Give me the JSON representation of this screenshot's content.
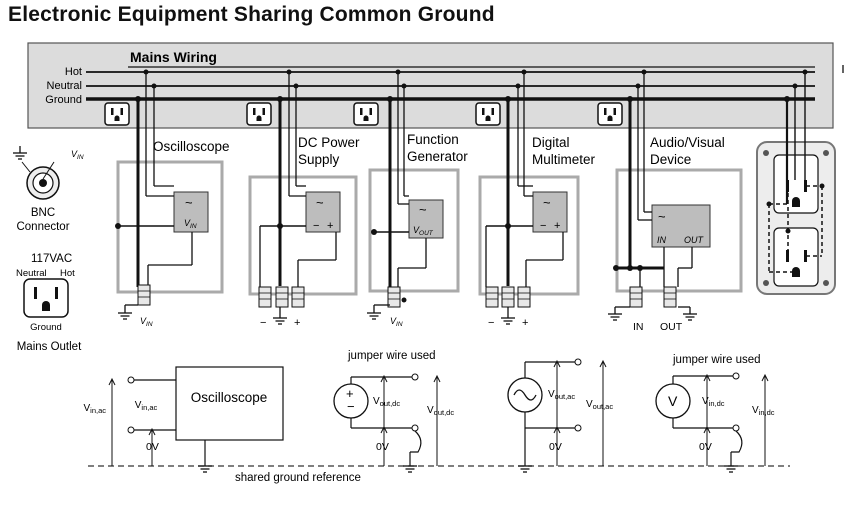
{
  "title": "Electronic Equipment Sharing Common Ground",
  "mains": {
    "label": "Mains Wiring",
    "hot": "Hot",
    "neutral": "Neutral",
    "ground": "Ground"
  },
  "instruments": {
    "oscilloscope": "Oscilloscope",
    "dc_power": [
      "DC Power",
      "Supply"
    ],
    "function_gen": [
      "Function",
      "Generator"
    ],
    "multimeter": [
      "Digital",
      "Multimeter"
    ],
    "av_device": [
      "Audio/Visual",
      "Device"
    ]
  },
  "symbols": {
    "tilde": "~",
    "vin": "V",
    "vin_sub": "IN",
    "vout": "V",
    "vout_sub": "OUT",
    "minus": "−",
    "plus": "+",
    "in": "IN",
    "out": "OUT"
  },
  "legend": {
    "bnc": [
      "BNC",
      "Connector"
    ],
    "voltage": "117VAC",
    "neutral": "Neutral",
    "hot": "Hot",
    "ground": "Ground",
    "outlet": "Mains Outlet"
  },
  "port_labels": {
    "vin": "V",
    "vin_sub": "IN",
    "minus": "−",
    "plus": "+",
    "in": "IN",
    "out": "OUT"
  },
  "schematic": {
    "scope_label": "Oscilloscope",
    "jumper1": "jumper wire used",
    "jumper2": "jumper wire used",
    "vin_ac": "V",
    "vin_ac_sub": "in,ac",
    "vin_ac2": "V",
    "vin_ac2_sub": "in,ac",
    "zero_v": "0V",
    "vout_dc": "V",
    "vout_dc_sub": "out,dc",
    "vout_dc2": "V",
    "vout_dc2_sub": "out,dc",
    "vout_ac": "V",
    "vout_ac_sub": "out,ac",
    "vout_ac2": "V",
    "vout_ac2_sub": "out,ac",
    "vin_dc": "V",
    "vin_dc_sub": "in,dc",
    "vin_dc2": "V",
    "vin_dc2_sub": "in,dc",
    "meter_v": "V",
    "source_plus": "+",
    "source_minus": "−",
    "shared_ground": "shared ground reference"
  }
}
